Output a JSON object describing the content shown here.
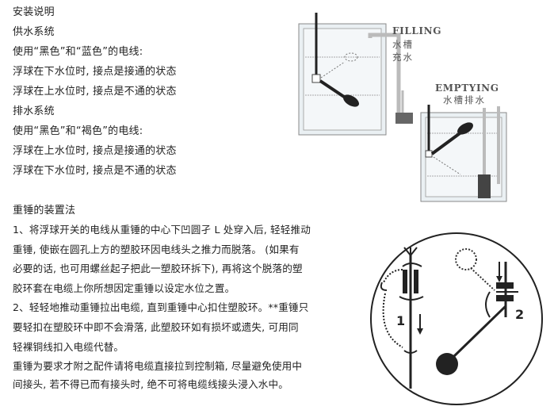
{
  "install": {
    "title": "安装说明",
    "supply": {
      "heading": "供水系统",
      "wire": "使用“黑色”和“蓝色”的电线:",
      "lines": [
        "浮球在下水位时, 接点是接通的状态",
        "浮球在上水位时, 接点是不通的状态"
      ]
    },
    "drain": {
      "heading": "排水系统",
      "wire": "使用“黑色”和“褐色”的电线:",
      "lines": [
        "浮球在上水位时, 接点是接通的状态",
        "浮球在下水位时, 接点是不通的状态"
      ]
    }
  },
  "figures": {
    "filling": {
      "en": "FILLING",
      "cn": "水槽充水"
    },
    "emptying": {
      "en": "EMPTYING",
      "cn": "水槽排水"
    },
    "weight": {
      "step1": "1",
      "step2": "2"
    }
  },
  "weight_section": {
    "heading": "重锤的装置法",
    "lines": [
      "1、将浮球开关的电线从重锤的中心下凹圆孑 L 处穿入后, 轻轻推动",
      "重锤, 使嵌在圆孔上方的塑胶环因电线头之推力而脱落。 (如果有",
      "必要的话, 也可用螺丝起子把此一塑胶环拆下), 再将这个脱落的塑",
      "胶环套在电缆上你所想因定重锤以设定水位之置。",
      "2、轻轻地推动重锤拉出电缆, 直到重锤中心扣住塑胶环。**重锤只",
      "要轻扣在塑胶环中即不会滑落, 此塑胶环如有损坏或遗失, 可用同",
      "轻裸铜线扣入电缆代替。",
      "重锤为要求才附之配件请将电缆直接拉到控制箱, 尽量避免使用中",
      "间接头, 若不得已而有接头时, 绝不可将电缆线接头浸入水中。"
    ]
  }
}
